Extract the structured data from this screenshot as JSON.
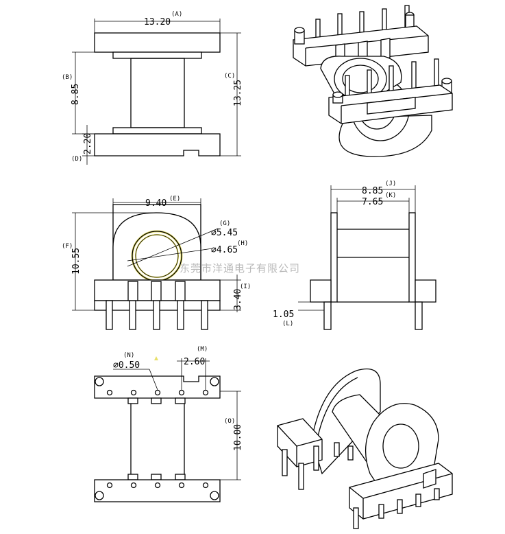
{
  "dimensions": {
    "A": {
      "tag": "(A)",
      "value": "13.20"
    },
    "B": {
      "tag": "(B)",
      "value": "8.85"
    },
    "C": {
      "tag": "(C)",
      "value": "13.25"
    },
    "D": {
      "tag": "(D)",
      "value": "2.20"
    },
    "E": {
      "tag": "(E)",
      "value": "9.40"
    },
    "F": {
      "tag": "(F)",
      "value": "10.55"
    },
    "G": {
      "tag": "(G)",
      "value": "⌀5.45"
    },
    "H": {
      "tag": "(H)",
      "value": "⌀4.65"
    },
    "I": {
      "tag": "(I)",
      "value": "3.40"
    },
    "J": {
      "tag": "(J)",
      "value": "8.85"
    },
    "K": {
      "tag": "(K)",
      "value": "7.65"
    },
    "L": {
      "tag": "(L)",
      "value": "1.05"
    },
    "M": {
      "tag": "(M)",
      "value": "2.60"
    },
    "N": {
      "tag": "(N)",
      "value": "⌀0.50"
    },
    "O": {
      "tag": "(O)",
      "value": "10.00"
    }
  },
  "watermark": "东莞市洋通电子有限公司",
  "colors": {
    "line": "#000000",
    "highlight": "#e8e06a",
    "watermark": "#b9b9b9"
  }
}
